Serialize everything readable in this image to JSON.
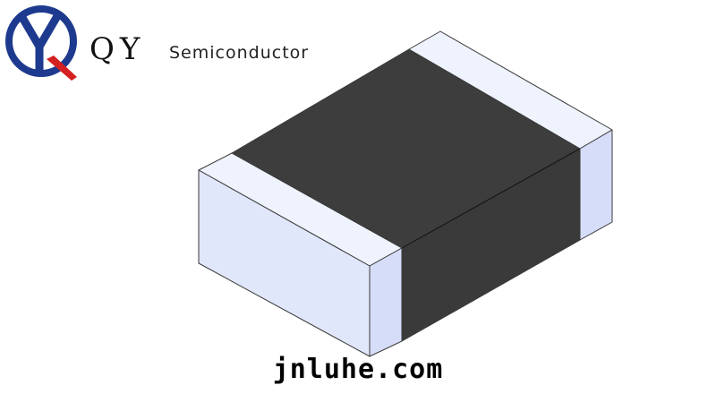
{
  "logo": {
    "brand": "QY",
    "subtitle": "Semiconductor",
    "colors": {
      "ring": "#1e3a8f",
      "accent": "#d42020"
    }
  },
  "component": {
    "type": "SMD chip component (isometric view)",
    "colors": {
      "body_top": "#3d3d3d",
      "body_front": "#3a3a3a",
      "cap_top": "#eef3fd",
      "cap_front": "#e1e7fb",
      "cap_side": "#d6ddf8",
      "edge": "#3a3a3a"
    }
  },
  "footer": {
    "website": "jnluhe.com"
  }
}
